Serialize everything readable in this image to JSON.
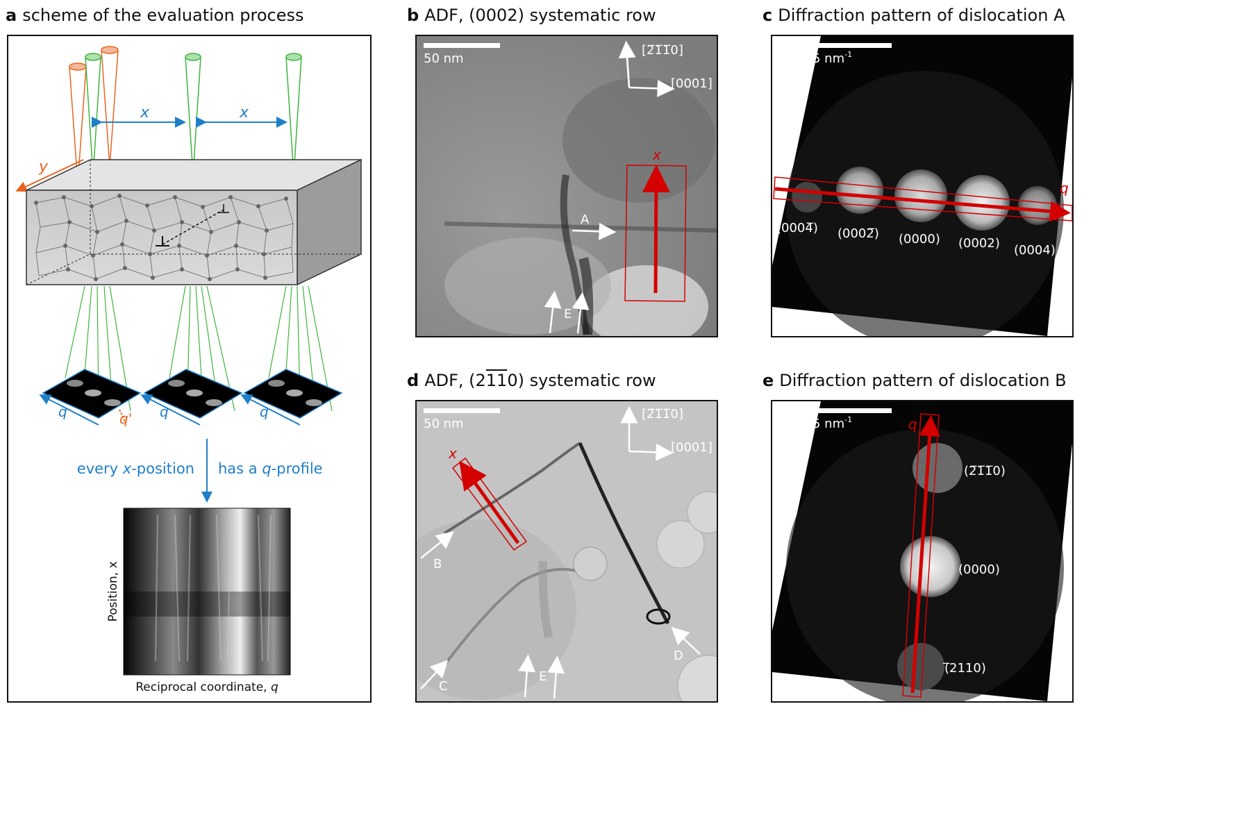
{
  "panels": {
    "a": {
      "letter": "a",
      "title": "scheme of the evaluation process",
      "x_label": "x",
      "y_label": "y",
      "q_label": "q",
      "qprime_label": "q'",
      "flow_left_prefix": "every ",
      "flow_left_var": "x",
      "flow_left_suffix": "-position",
      "flow_right_prefix": "has a ",
      "flow_right_var": "q",
      "flow_right_suffix": "-profile",
      "axis_y": "Position, x",
      "axis_x_prefix": "Reciprocal coordinate, ",
      "axis_x_var": "q"
    },
    "b": {
      "letter": "b",
      "title_pre": "ADF, (0002) systematic row",
      "scalebar": "50 nm",
      "dir1": "[2̅1̅1̅0]",
      "dir2": "[0001]",
      "x_label": "x",
      "arrow_A": "A",
      "arrow_E": "E"
    },
    "c": {
      "letter": "c",
      "title": "Diffraction pattern of dislocation A",
      "scalebar": "5 nm",
      "scalebar_sup": "-1",
      "q_label": "q",
      "spots": [
        "(0004̅)",
        "(0002̅)",
        "(0000)",
        "(0002)",
        "(0004)"
      ]
    },
    "d": {
      "letter": "d",
      "title_pre": "ADF, (2",
      "title_bar": "11",
      "title_post": "0) systematic row",
      "scalebar": "50 nm",
      "dir1": "[2̅1̅1̅0]",
      "dir2": "[0001]",
      "x_label": "x",
      "arrow_B": "B",
      "arrow_C": "C",
      "arrow_D": "D",
      "arrow_E": "E"
    },
    "e": {
      "letter": "e",
      "title": "Diffraction pattern of dislocation B",
      "scalebar": "5 nm",
      "scalebar_sup": "-1",
      "q_label": "q",
      "spots": [
        "(2̅1̅1̅0)",
        "(0000)",
        "(̅2110)"
      ]
    }
  },
  "colors": {
    "red": "#d40000",
    "blue": "#1f7fc8",
    "orange": "#e8641e",
    "green": "#3cb43c"
  }
}
